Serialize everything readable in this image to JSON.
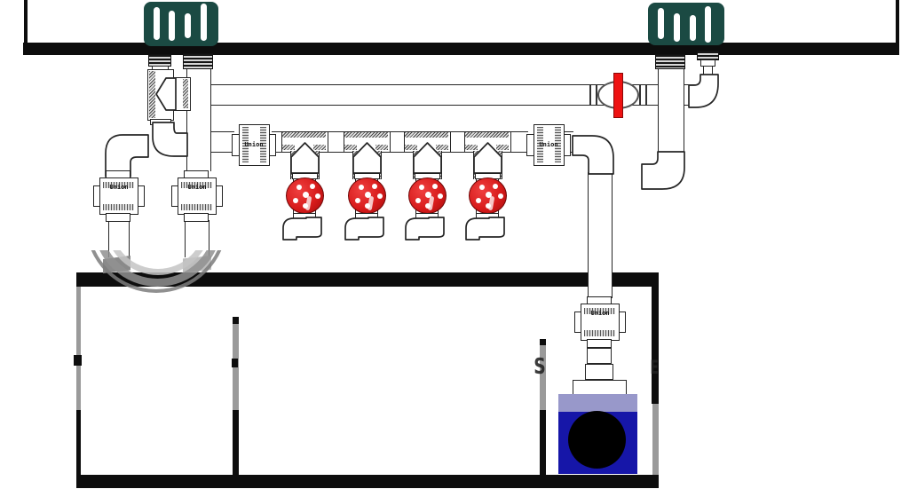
{
  "labels": {
    "union": "Union"
  },
  "colors": {
    "frame_black": "#0d0d0d",
    "strainer_teal": "#1b4a43",
    "handwheel_red": "#d81c1c",
    "valve_handle_red": "#ee1212",
    "pump_body_blue": "#1616a8",
    "pump_top_lavender": "#9898ca",
    "pump_inlet_black": "#000000",
    "baffle_gray": "#9a9a9a",
    "pipe_outline": "#262626",
    "watermark_gray": "#909090"
  },
  "counts": {
    "overflow_strainers": 2,
    "manifold_valves": 4,
    "unions": 5,
    "sump_baffles": 2
  }
}
